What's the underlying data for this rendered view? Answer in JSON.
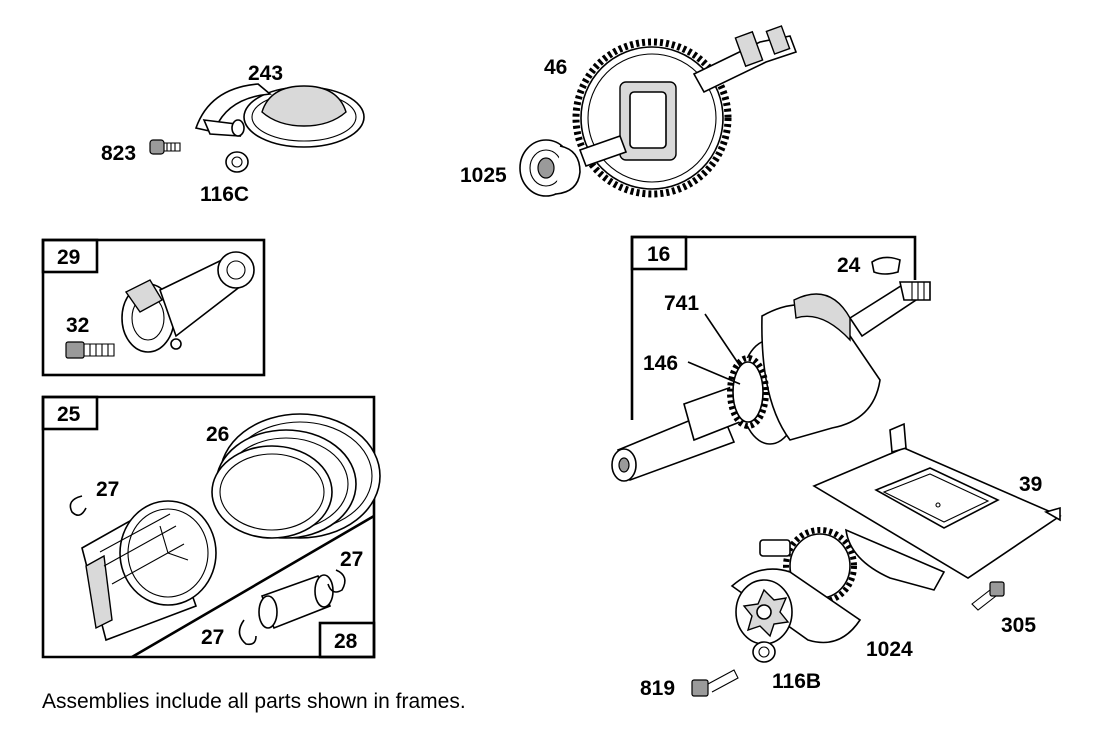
{
  "labels": {
    "p243": "243",
    "p823": "823",
    "p116C": "116C",
    "p46": "46",
    "p1025": "1025",
    "p29": "29",
    "p32": "32",
    "p25": "25",
    "p26": "26",
    "p27a": "27",
    "p27b": "27",
    "p27c": "27",
    "p28": "28",
    "p16": "16",
    "p24": "24",
    "p741": "741",
    "p146": "146",
    "p39": "39",
    "p305": "305",
    "p1024": "1024",
    "p819": "819",
    "p116B": "116B"
  },
  "footnote": "Assemblies include all parts shown in frames."
}
